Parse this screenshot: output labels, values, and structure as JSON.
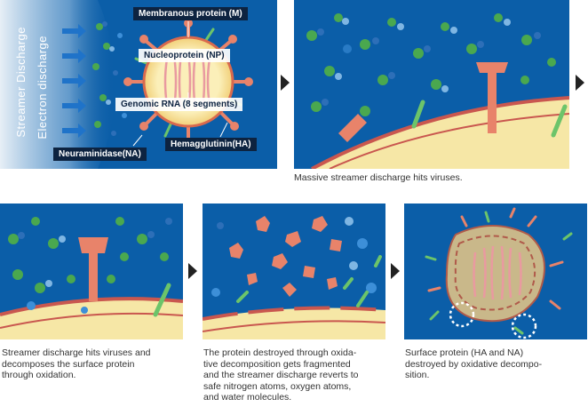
{
  "panel1": {
    "vertical_labels": [
      "Streamer Discharge",
      "Electron discharge"
    ],
    "labels": {
      "membranous_protein": "Membranous protein (M)",
      "nucleoprotein": "Nucleoprotein (NP)",
      "genomic_rna": "Genomic RNA (8 segments)",
      "hemagglutinin": "Hemagglutinin(HA)",
      "neuraminidase": "Neuraminidase(NA)"
    }
  },
  "captions": {
    "panel2": [
      "Massive streamer discharge hits viruses."
    ],
    "panel3": [
      "Streamer discharge hits viruses and",
      "decomposes the surface protein",
      "through oxidation."
    ],
    "panel4": [
      "The protein destroyed through oxida-",
      "tive decomposition gets fragmented",
      "and the streamer discharge reverts to",
      "safe nitrogen atoms, oxygen atoms,",
      "and water molecules."
    ],
    "panel5": [
      "Surface protein (HA and NA)",
      "destroyed by oxidative decompo-",
      "sition."
    ]
  },
  "colors": {
    "panel_bg": "#0b5ea8",
    "virus_fill": "#f6e7a6",
    "spike_red": "#e8836a",
    "na_green": "#6cc46a",
    "rna_pink": "#e99aa0",
    "label_bg": "#0d2340"
  }
}
